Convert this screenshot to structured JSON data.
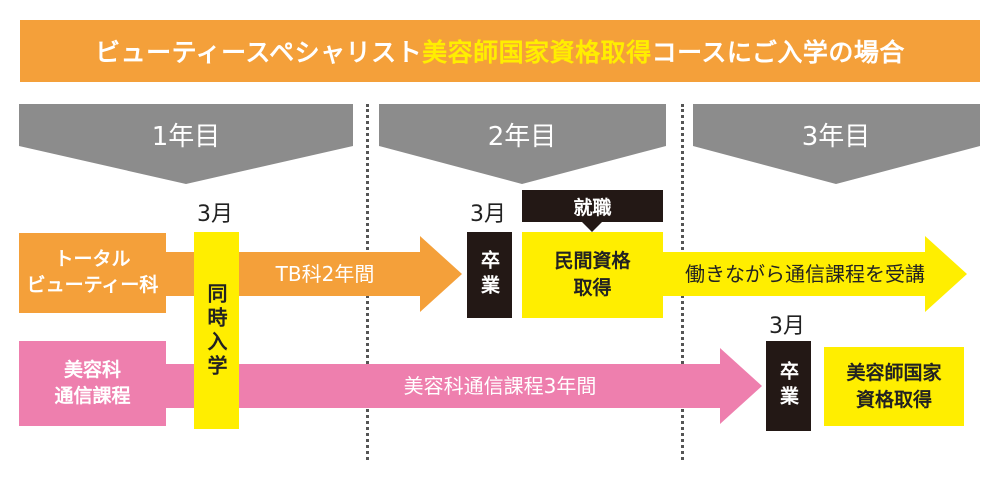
{
  "title": {
    "prefix": "ビューティースペシャリスト",
    "highlight": "美容師国家資格取得",
    "suffix": "コースにご入学の場合"
  },
  "years": [
    "1年目",
    "2年目",
    "3年目"
  ],
  "courses": {
    "total_beauty": {
      "line1": "トータル",
      "line2": "ビューティー科"
    },
    "biyo_tsushin": {
      "line1": "美容科",
      "line2": "通信課程"
    }
  },
  "months": {
    "enroll": "3月",
    "grad_tb": "3月",
    "grad_biyo": "3月"
  },
  "simultaneous_enroll": "同時入学",
  "arrows": {
    "tb": "TB科2年間",
    "working": "働きながら通信課程を受講",
    "biyo": "美容科通信課程3年間"
  },
  "graduation": "卒業",
  "employment": "就職",
  "qualifications": {
    "minkan": {
      "line1": "民間資格",
      "line2": "取得"
    },
    "biyoshi": {
      "line1": "美容師国家",
      "line2": "資格取得"
    }
  },
  "colors": {
    "orange": "#f4a03a",
    "pink": "#ee7fae",
    "yellow": "#ffee00",
    "gray": "#8c8c8c",
    "dark": "#231815"
  }
}
